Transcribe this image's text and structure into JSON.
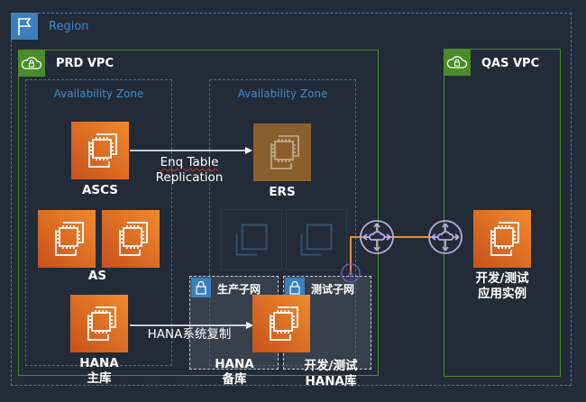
{
  "region": {
    "label": "Region",
    "icon": "flag-icon"
  },
  "prd_vpc": {
    "label": "PRD VPC",
    "icon": "cloud-lock-icon",
    "az1": {
      "label": "Availability Zone"
    },
    "az2": {
      "label": "Availability Zone"
    }
  },
  "qas_vpc": {
    "label": "QAS VPC",
    "icon": "cloud-lock-icon"
  },
  "nodes": {
    "ascs": "ASCS",
    "ers": "ERS",
    "as": "AS",
    "hana_primary_line1": "HANA",
    "hana_primary_line2": "主库",
    "hana_standby_line1": "HANA",
    "hana_standby_line2": "备库",
    "dev_test_hana_line1": "开发/测试",
    "dev_test_hana_line2": "HANA库",
    "dev_test_app_line1": "开发/测试",
    "dev_test_app_line2": "应用实例"
  },
  "subnets": {
    "prod": "生产子网",
    "test": "测试子网"
  },
  "edges": {
    "enq_line1": "Enq Table",
    "enq_line2": "Replication",
    "hana_repl": "HANA系统复制"
  },
  "colors": {
    "background": "#232b38",
    "region": "#3c7fbd",
    "vpc": "#4a8c2a",
    "ec2": "#e07424",
    "peering_line": "#f08a2c",
    "router": "#b9a8e0"
  }
}
